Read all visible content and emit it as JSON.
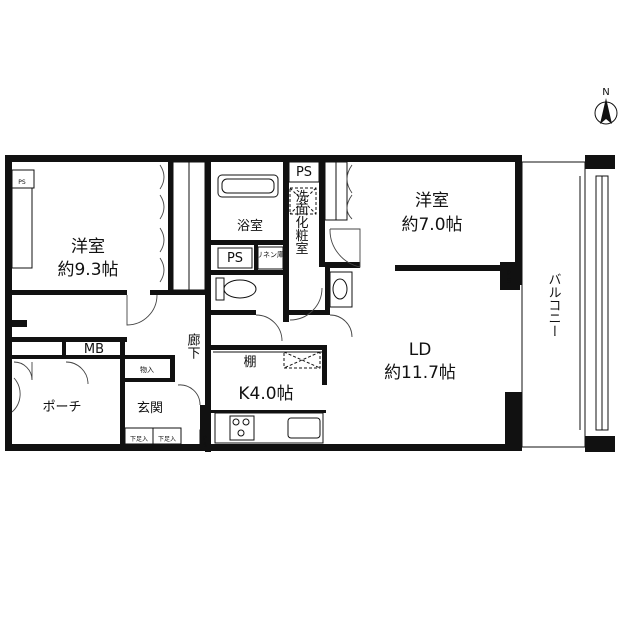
{
  "north": {
    "label": "N",
    "icon": "north-arrow-icon"
  },
  "rooms": {
    "western_left": {
      "name": "洋室",
      "size": "約9.3帖"
    },
    "western_right": {
      "name": "洋室",
      "size": "約7.0帖"
    },
    "bath": {
      "name": "浴室"
    },
    "washroom": {
      "name": "洗面化粧室"
    },
    "ld": {
      "name": "LD",
      "size": "約11.7帖"
    },
    "kitchen": {
      "name": "K4.0帖"
    },
    "corridor": {
      "name": "廊下"
    },
    "entrance": {
      "name": "玄関"
    },
    "porch": {
      "name": "ポーチ"
    },
    "balcony": {
      "name": "バルコニー"
    }
  },
  "labels": {
    "mb": "MB",
    "ps": "PS",
    "linen": "リネン庫",
    "shelf": "棚",
    "storage": "物入",
    "shoe_box": "下足入"
  }
}
